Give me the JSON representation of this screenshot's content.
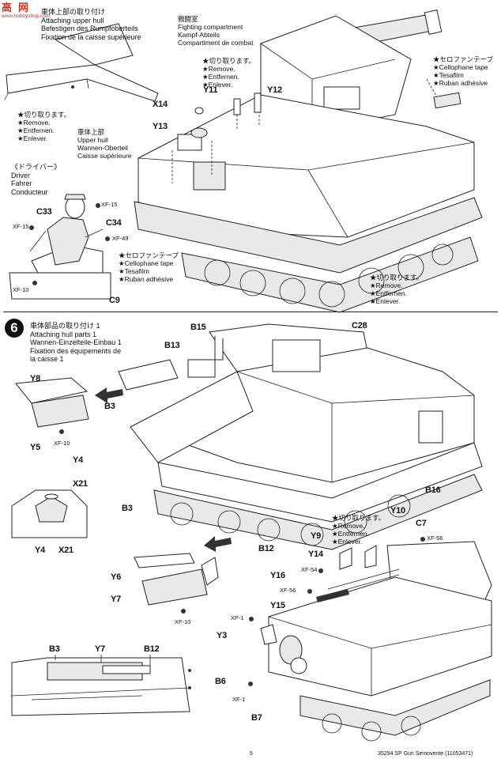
{
  "watermark": {
    "line1": "高",
    "line2": "网",
    "sub": "www.hobbyshop.com"
  },
  "top_left": {
    "title_jp": "車体上部の取り付け",
    "title_en": "Attaching upper hull",
    "title_de": "Befestigen des Rumpfoberteils",
    "title_fr": "Fixation de la caisse supérieure"
  },
  "fighting_compartment": {
    "jp": "戦闘室",
    "en": "Fighting compartment",
    "de": "Kampf-Abteils",
    "fr": "Compartiment de combat"
  },
  "remove_note_top": {
    "jp": "★切り取ります。",
    "en": "★Remove.",
    "de": "★Entfernen.",
    "fr": "★Enlever."
  },
  "remove_note_left": {
    "jp": "★切り取ります。",
    "en": "★Remove.",
    "de": "★Entfernen.",
    "fr": "★Enlever."
  },
  "upper_hull": {
    "jp": "車体上部",
    "en": "Upper hull",
    "de": "Wannen-Oberteil",
    "fr": "Caisse supérieure"
  },
  "driver": {
    "jp": "《ドライバー》",
    "en": "Driver",
    "de": "Fahrer",
    "fr": "Conducteur"
  },
  "cellophane_top": {
    "jp": "★セロファンテープ",
    "en": "★Cellophane tape",
    "de": "★Tesafilm",
    "fr": "★Ruban adhésive"
  },
  "cellophane_mid": {
    "jp": "★セロファンテープ",
    "en": "★Cellophane tape",
    "de": "★Tesafilm",
    "fr": "★Ruban adhésive"
  },
  "remove_note_br": {
    "jp": "★切り取ります。",
    "en": "★Remove.",
    "de": "★Entfernen.",
    "fr": "★Enlever."
  },
  "step6": {
    "number": "6",
    "title_jp": "車体部品の取り付け 1",
    "title_en": "Attaching hull parts 1",
    "title_de": "Wannen-Einzelteile-Einbau 1",
    "title_fr1": "Fixation des équipements de",
    "title_fr2": "la caisse 1"
  },
  "remove_note_step6": {
    "jp": "★切り取ります。",
    "en": "★Remove.",
    "de": "★Entfernen.",
    "fr": "★Enlever."
  },
  "labels": {
    "X14": "X14",
    "Y11": "Y11",
    "Y12": "Y12",
    "Y13": "Y13",
    "C33": "C33",
    "C34": "C34",
    "C9": "C9",
    "B15": "B15",
    "C28": "C28",
    "B13": "B13",
    "Y8": "Y8",
    "Y5": "Y5",
    "B3a": "B3",
    "Y4a": "Y4",
    "X21a": "X21",
    "B3b": "B3",
    "B16": "B16",
    "Y4b": "Y4",
    "X21b": "X21",
    "B12a": "B12",
    "Y6": "Y6",
    "Y7a": "Y7",
    "Y10": "Y10",
    "C7": "C7",
    "Y9": "Y9",
    "Y14": "Y14",
    "Y16": "Y16",
    "Y15": "Y15",
    "Y3": "Y3",
    "B6": "B6",
    "B7": "B7",
    "B3c": "B3",
    "Y7b": "Y7",
    "B12b": "B12"
  },
  "paints": {
    "xf15a": "XF-15",
    "xf15b": "XF-15",
    "xf49": "XF-49",
    "xf10a": "XF-10",
    "xf10b": "XF-10",
    "xf10c": "XF-10",
    "xf56a": "XF-56",
    "xf54": "XF-54",
    "xf56b": "XF-56",
    "xf1a": "XF-1",
    "xf1b": "XF-1"
  },
  "footer": {
    "page": "5",
    "product": "35294 SP Gun Semovente (11053471)"
  },
  "colors": {
    "ink": "#111111",
    "watermark": "#c0392b",
    "paper": "#ffffff"
  }
}
